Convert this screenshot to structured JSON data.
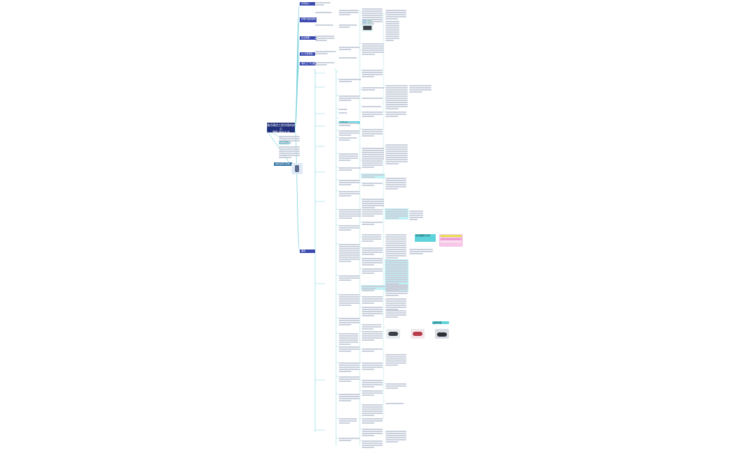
{
  "root": {
    "line1": "激活建造工程学理的核心",
    "line2": "课题:海外企业"
  },
  "branches": [
    "背景简介",
    "管理与组织结构 说明",
    "企业概要",
    "Lp 分析框架",
    "海外工厂与 展开",
    "事例"
  ],
  "left_nodes": [
    "整体说明",
    "组织运营与实践"
  ],
  "teal_labels": [
    "项目概要与背景",
    "品质管理",
    "工程分析"
  ],
  "colors": {
    "root": "#20307a",
    "branch": "#3b4ab0",
    "teal": "#5fd3dc",
    "line": "#7fd4dc",
    "text": "#c9d0dc"
  }
}
